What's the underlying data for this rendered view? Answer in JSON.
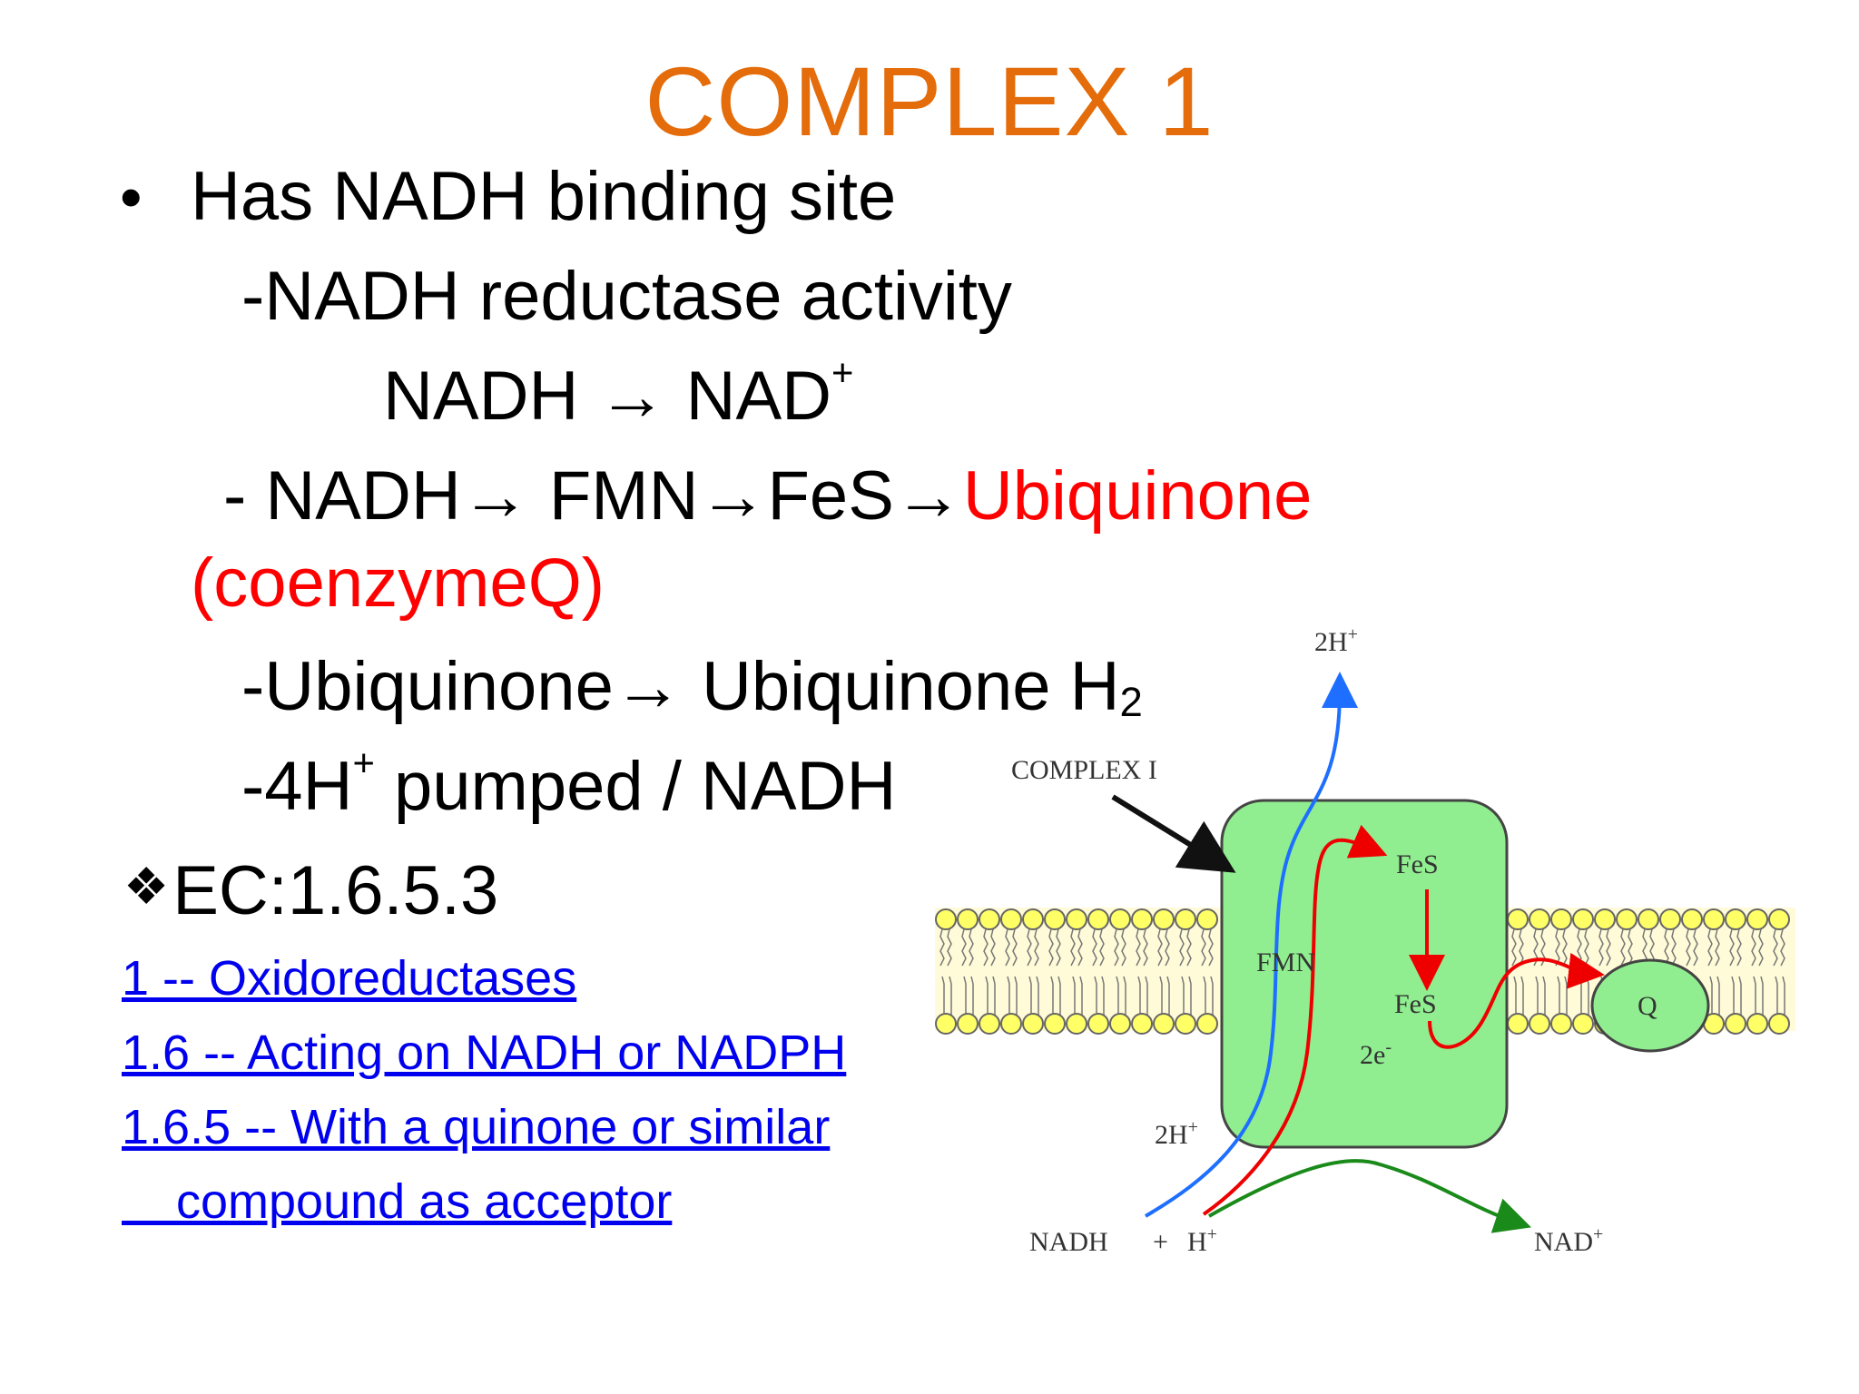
{
  "title": "COMPLEX 1",
  "text": {
    "bullet": "•",
    "line1": "Has NADH binding site",
    "line2": "-NADH reductase activity",
    "line3_left": "NADH → NAD",
    "line3_sup": "+",
    "line4_black": "- NADH→ FMN→FeS→",
    "line4_red": "Ubiquinone",
    "line5_red": "(coenzymeQ)",
    "line6_main": "-Ubiquinone→ Ubiquinone H",
    "line6_sub": "2",
    "line7_pre": "-4H",
    "line7_sup": "+",
    "line7_post": " pumped / NADH",
    "ec_icon": "diamond-bullet-icon",
    "ec": "EC:1.6.5.3"
  },
  "links": [
    "1 -- Oxidoreductases",
    "1.6 -- Acting on NADH or NADPH",
    "1.6.5 -- With a quinone or similar",
    "    compound as acceptor"
  ],
  "diagram": {
    "label_2h_top": "2H",
    "label_2h_top_sup": "+",
    "label_complex": "COMPLEX I",
    "label_fes_top": "FeS",
    "label_fmn": "FMN",
    "label_fes_bottom": "FeS",
    "label_2e": "2e",
    "label_2e_sup": "-",
    "label_q": "Q",
    "label_2h_bottom": "2H",
    "label_2h_bottom_sup": "+",
    "label_nadh": "NADH",
    "label_plus": "+",
    "label_h": "H",
    "label_h_sup": "+",
    "label_nad": "NAD",
    "label_nad_sup": "+",
    "colors": {
      "complex_fill": "#90ee90",
      "membrane_head": "#ffff66",
      "blue_path": "#1e6fff",
      "red_path": "#ee0000",
      "green_path": "#1a8a1a"
    }
  }
}
